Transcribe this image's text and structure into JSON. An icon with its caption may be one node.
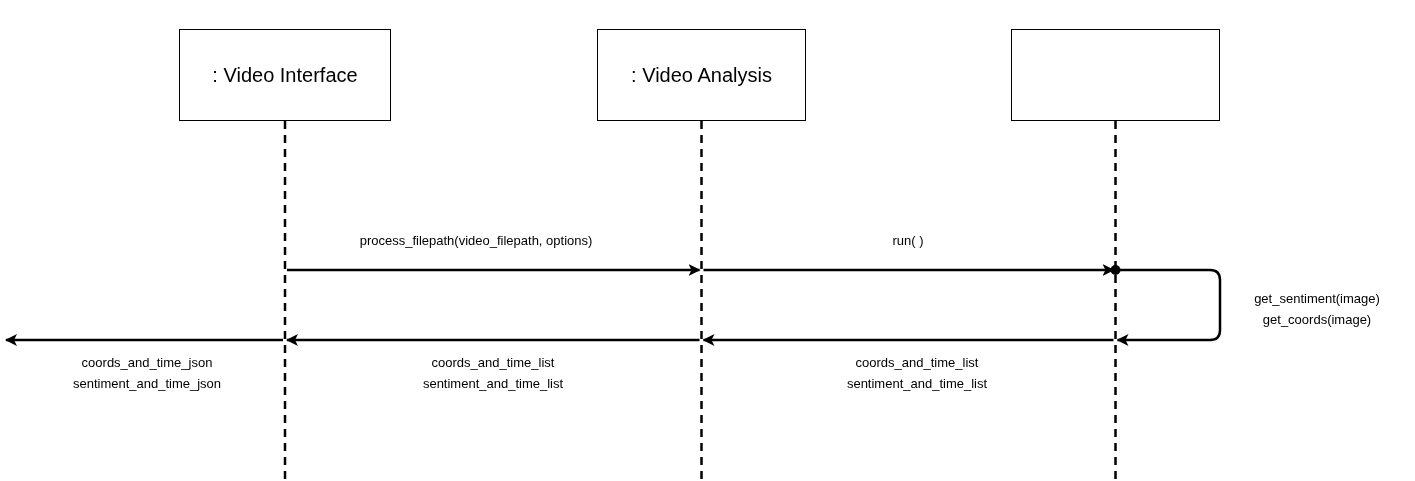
{
  "diagram": {
    "nodes": [
      {
        "text": [
          ": Video Interface"
        ]
      },
      {
        "text": [
          ": Video Analysis"
        ]
      },
      {
        "text": [],
        "shape": "box"
      }
    ],
    "edges": [
      {
        "from": 0,
        "to": 1,
        "arrow": "to",
        "label": "process_filepath(video_filepath, options)"
      },
      {
        "from": 1,
        "to": 2,
        "arrow": "to",
        "label": "run( )"
      },
      {
        "from": 2,
        "to": 2,
        "arrow": "to",
        "label": "get_sentiment(image) get_coords(image)"
      },
      {
        "from": 2,
        "to": 1,
        "arrow": "to",
        "label": "coords_and_time_list sentiment_and_time_list"
      },
      {
        "from": 1,
        "to": 0,
        "arrow": "to",
        "label": "coords_and_time_list sentiment_and_time_list"
      },
      {
        "from": 0,
        "to": null,
        "arrow": "to",
        "label": "coords_and_time_json sentiment_and_time_json"
      }
    ]
  }
}
